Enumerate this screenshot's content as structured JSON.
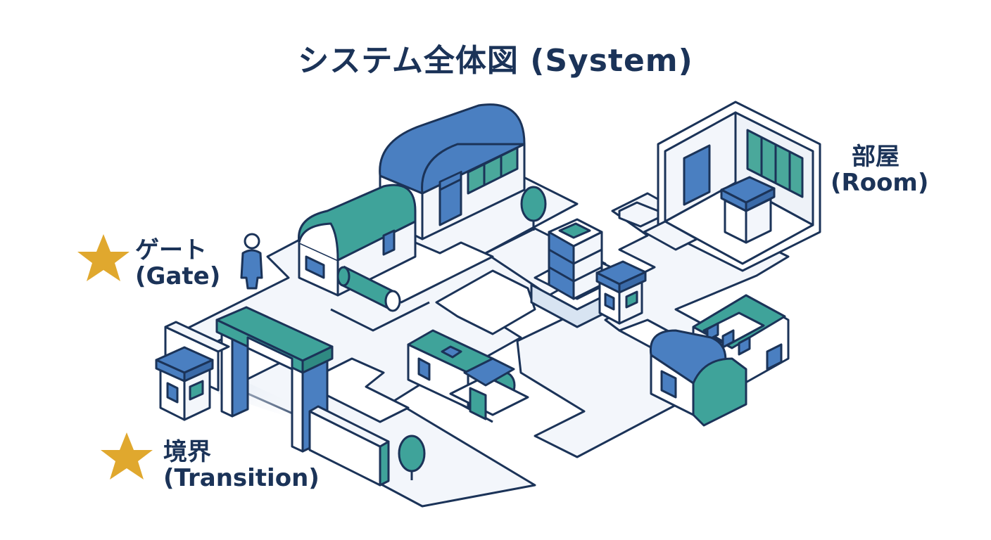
{
  "title": "システム全体図 (System)",
  "labels": {
    "gate": {
      "line1": "ゲート",
      "line2": "(Gate)"
    },
    "room": {
      "line1": "部屋",
      "line2": "(Room)"
    },
    "transition": {
      "line1": "境界",
      "line2": "(Transition)"
    }
  },
  "colors": {
    "ink": "#1b3358",
    "blue": "#4a7fc1",
    "teal": "#3fa39a",
    "light": "#eef2f8",
    "star": "#e0a82e"
  },
  "icons": [
    "star-icon",
    "person-icon",
    "tree-icon",
    "server-stack-icon"
  ]
}
